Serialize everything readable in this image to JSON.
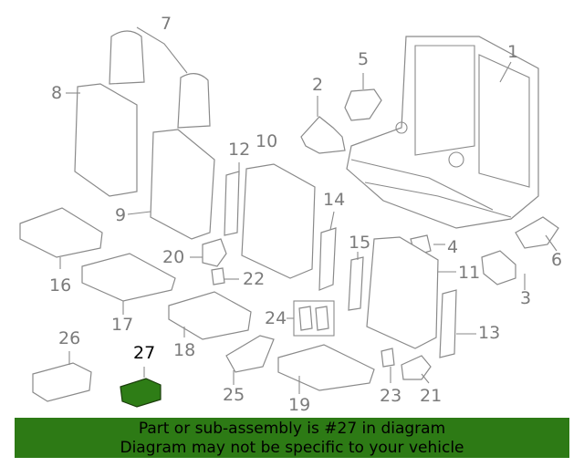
{
  "callouts": {
    "c1": "1",
    "c2": "2",
    "c3": "3",
    "c4": "4",
    "c5": "5",
    "c6": "6",
    "c7": "7",
    "c8": "8",
    "c9": "9",
    "c10": "10",
    "c11": "11",
    "c12": "12",
    "c13": "13",
    "c14": "14",
    "c15": "15",
    "c16": "16",
    "c17": "17",
    "c18": "18",
    "c19": "19",
    "c20": "20",
    "c21": "21",
    "c22": "22",
    "c23": "23",
    "c24": "24",
    "c25": "25",
    "c26": "26",
    "c27": "27"
  },
  "highlight": {
    "part": "27",
    "color": "#2e7d16"
  },
  "banner": {
    "line1": "Part or sub-assembly is #27 in diagram",
    "line2": "Diagram may not be specific to your vehicle",
    "color": "#2d7a15"
  }
}
